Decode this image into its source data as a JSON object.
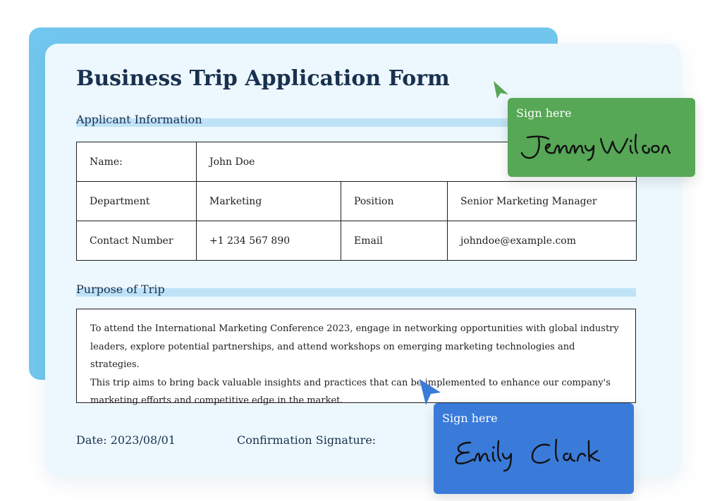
{
  "form": {
    "title": "Business Trip Application Form",
    "applicant_section": "Applicant Information",
    "purpose_section": "Purpose of Trip",
    "fields": {
      "name_label": "Name:",
      "name_value": "John Doe",
      "department_label": "Department",
      "department_value": "Marketing",
      "position_label": "Position",
      "position_value": "Senior Marketing Manager",
      "contact_label": "Contact Number",
      "contact_value": "+1 234 567 890",
      "email_label": "Email",
      "email_value": "johndoe@example.com"
    },
    "purpose_lines": [
      "To attend the International Marketing Conference 2023, engage in networking opportunities with global industry",
      "leaders, explore potential partnerships, and attend workshops on emerging marketing technologies and strategies.",
      "This trip aims to bring back valuable insights and practices that can be implemented to enhance our company's",
      "marketing efforts and competitive edge in the market."
    ],
    "date_text": "Date: 2023/08/01",
    "confirmation_label": "Confirmation Signature:"
  },
  "signatures": {
    "green": {
      "label": "Sign here",
      "signature": "Jenny Wilson",
      "color": "#56a756"
    },
    "blue": {
      "label": "Sign here",
      "signature": "Emily Clark",
      "color": "#3a7bd9"
    }
  },
  "colors": {
    "back_card": "#72c7ee",
    "form_background": "#edf8fe",
    "section_highlight": "#bfe3f6",
    "heading_text": "#19304f"
  },
  "icons": {
    "green_cursor": "cursor-arrow-icon",
    "blue_cursor": "cursor-arrow-icon"
  }
}
